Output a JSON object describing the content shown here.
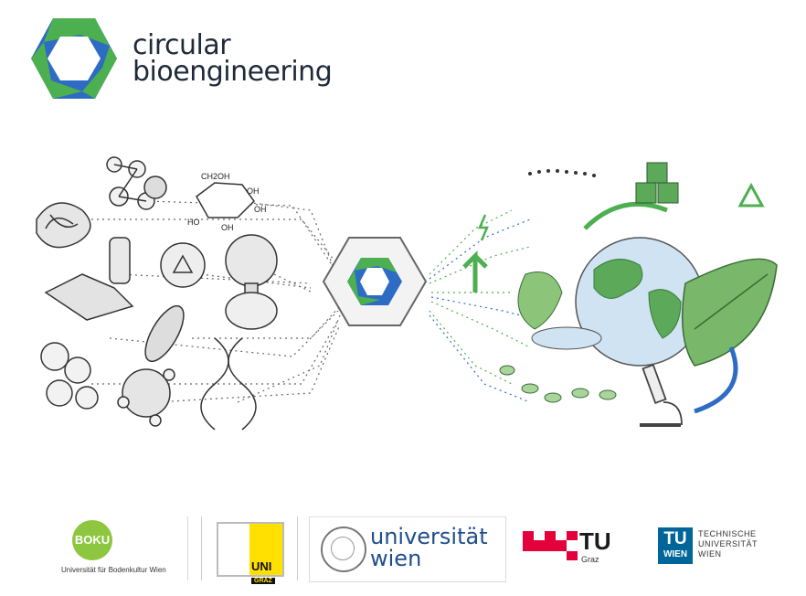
{
  "brand": {
    "line1": "circular",
    "line2": "bioengineering",
    "colors": {
      "green": "#4caf50",
      "blue": "#2e6bc4",
      "text": "#1f2a3a"
    }
  },
  "illustration": {
    "center_icon": "hexagon-logo-icon",
    "left_items": [
      "protein-icon",
      "molecule-icon",
      "glucose-icon",
      "plastic-waste-icon",
      "recycle-icon",
      "tree-icon",
      "cells-icon",
      "corn-icon",
      "dna-icon",
      "molecule-icon"
    ],
    "glucose_labels": [
      "CH2OH",
      "OH",
      "OH",
      "HO",
      "OH"
    ],
    "right_items": [
      "earth-icon",
      "leaf-icon",
      "microscope-icon",
      "recycle-icon",
      "cubes-icon",
      "lightning-icon",
      "pills-icon"
    ]
  },
  "partners": {
    "boku": {
      "abbr": "BOKU",
      "name": "Universität für Bodenkultur Wien",
      "color": "#8dc63f"
    },
    "unigraz": {
      "line1": "UNI",
      "line2": "GRAZ",
      "color": "#ffe000"
    },
    "uniwien": {
      "line1": "universität",
      "line2": "wien",
      "color": "#1f4e8c"
    },
    "tugraz": {
      "abbr": "TU",
      "sub": "Graz",
      "color": "#e4003a"
    },
    "tuwien": {
      "abbr": "TU",
      "sub": "WIEN",
      "text1": "TECHNISCHE",
      "text2": "UNIVERSITÄT",
      "text3": "WIEN",
      "color": "#006699"
    }
  }
}
